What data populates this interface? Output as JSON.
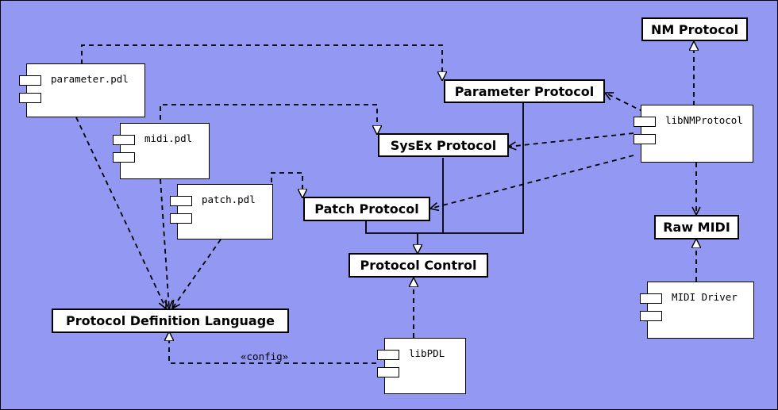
{
  "interfaces": {
    "nm_protocol": "NM Protocol",
    "parameter_protocol": "Parameter Protocol",
    "sysex_protocol": "SysEx Protocol",
    "patch_protocol": "Patch Protocol",
    "protocol_control": "Protocol Control",
    "raw_midi": "Raw MIDI",
    "protocol_definition_language": "Protocol Definition Language"
  },
  "components": {
    "parameter_pdl": "parameter.pdl",
    "midi_pdl": "midi.pdl",
    "patch_pdl": "patch.pdl",
    "libnmprotocol": "libNMProtocol",
    "midi_driver": "MIDI Driver",
    "libpdl": "libPDL"
  },
  "stereotypes": {
    "config": "«config»"
  },
  "colors": {
    "background": "#9399f3",
    "frame": "#000000",
    "box_fill": "#ffffff"
  }
}
